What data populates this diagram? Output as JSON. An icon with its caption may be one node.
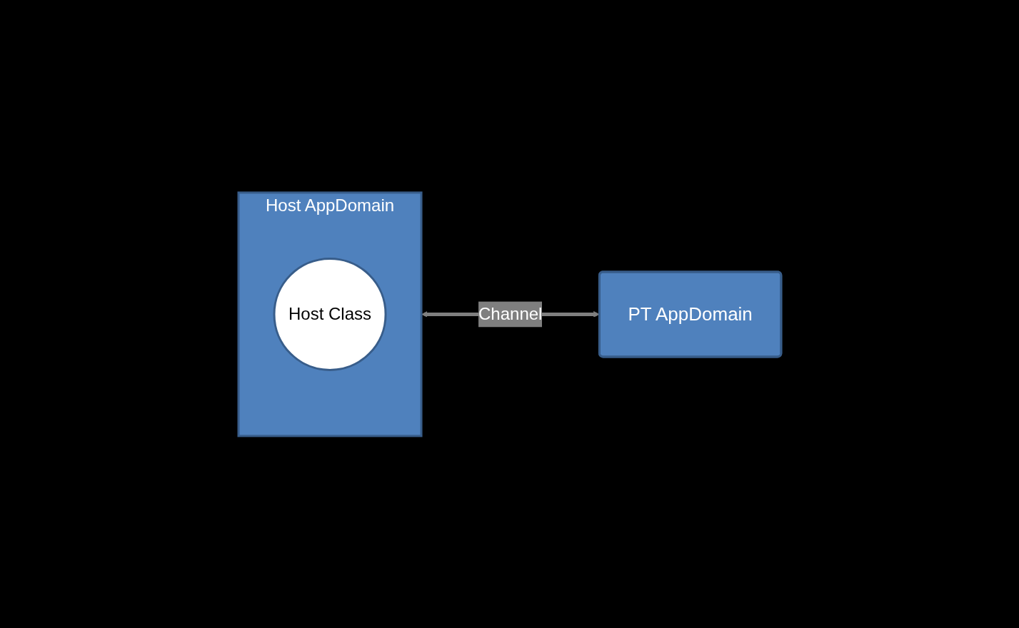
{
  "diagram": {
    "nodes": [
      {
        "text": [
          "Host AppDomain"
        ]
      },
      {
        "text": [
          "Host Class"
        ],
        "in": 0
      },
      {
        "text": [
          "PT AppDomain"
        ]
      }
    ],
    "edges": [
      {
        "from": 0,
        "to": 2,
        "arrow": "both",
        "label": "Channel"
      }
    ]
  }
}
